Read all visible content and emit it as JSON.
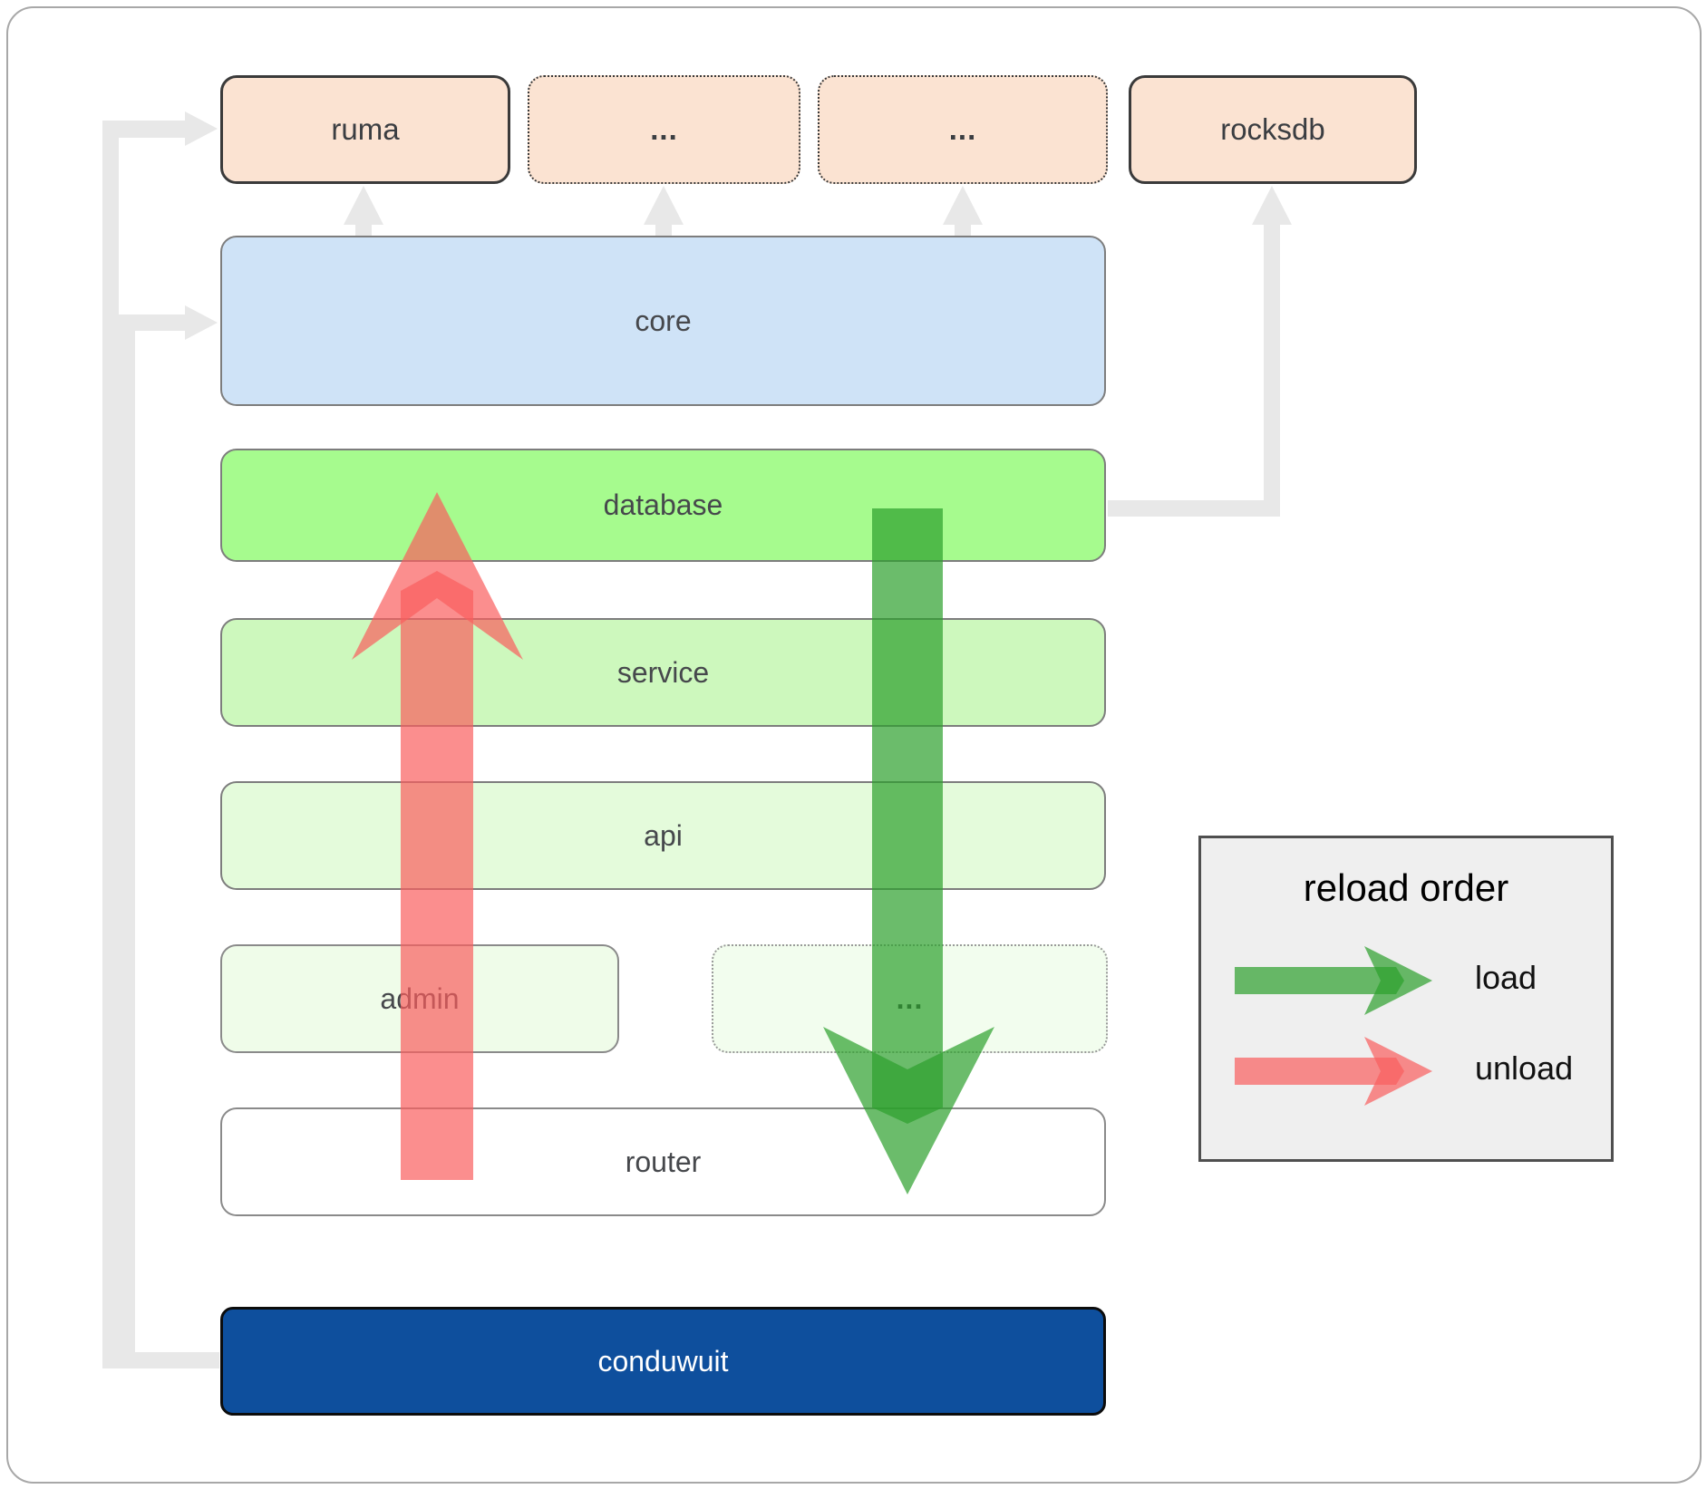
{
  "diagram": {
    "top_row": {
      "ruma": "ruma",
      "ellipsis_1": "...",
      "ellipsis_2": "...",
      "rocksdb": "rocksdb"
    },
    "layers": {
      "core": "core",
      "database": "database",
      "service": "service",
      "api": "api",
      "admin": "admin",
      "admin_ellipsis": "...",
      "router": "router",
      "conduwuit": "conduwuit"
    },
    "legend": {
      "title": "reload order",
      "load_label": "load",
      "unload_label": "unload"
    },
    "colors": {
      "peach_box": "#fbe3d2",
      "core_blue": "#cfe3f7",
      "database_green": "#a6fb8e",
      "service_green": "#cdf8bd",
      "api_green": "#e4fbdb",
      "admin_green": "#effce9",
      "conduwuit_blue": "#0e4f9d",
      "load_green": "#2ca02c",
      "unload_red": "#f95e5e",
      "connector_gray": "#e8e8e8"
    }
  }
}
